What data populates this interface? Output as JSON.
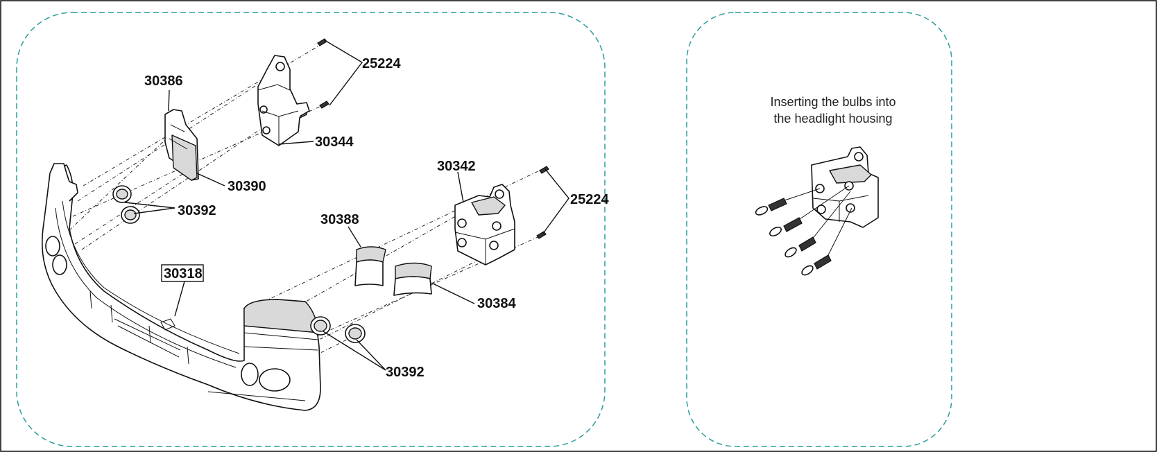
{
  "left_panel": {
    "labels": {
      "screws_top": "25224",
      "bracket_left": "30386",
      "bracket_housing_left": "30344",
      "lens_left": "30390",
      "rings_left": "30392",
      "housing_right": "30342",
      "screws_right": "25224",
      "lens_upper_right": "30388",
      "lens_lower_right": "30384",
      "bumper": "30318",
      "rings_right": "30392"
    }
  },
  "right_panel": {
    "caption_line1": "Inserting the bulbs into",
    "caption_line2": "the headlight housing"
  },
  "colors": {
    "panel_border": "#2a9d9a",
    "frame": "#000000",
    "ink": "#111111"
  }
}
